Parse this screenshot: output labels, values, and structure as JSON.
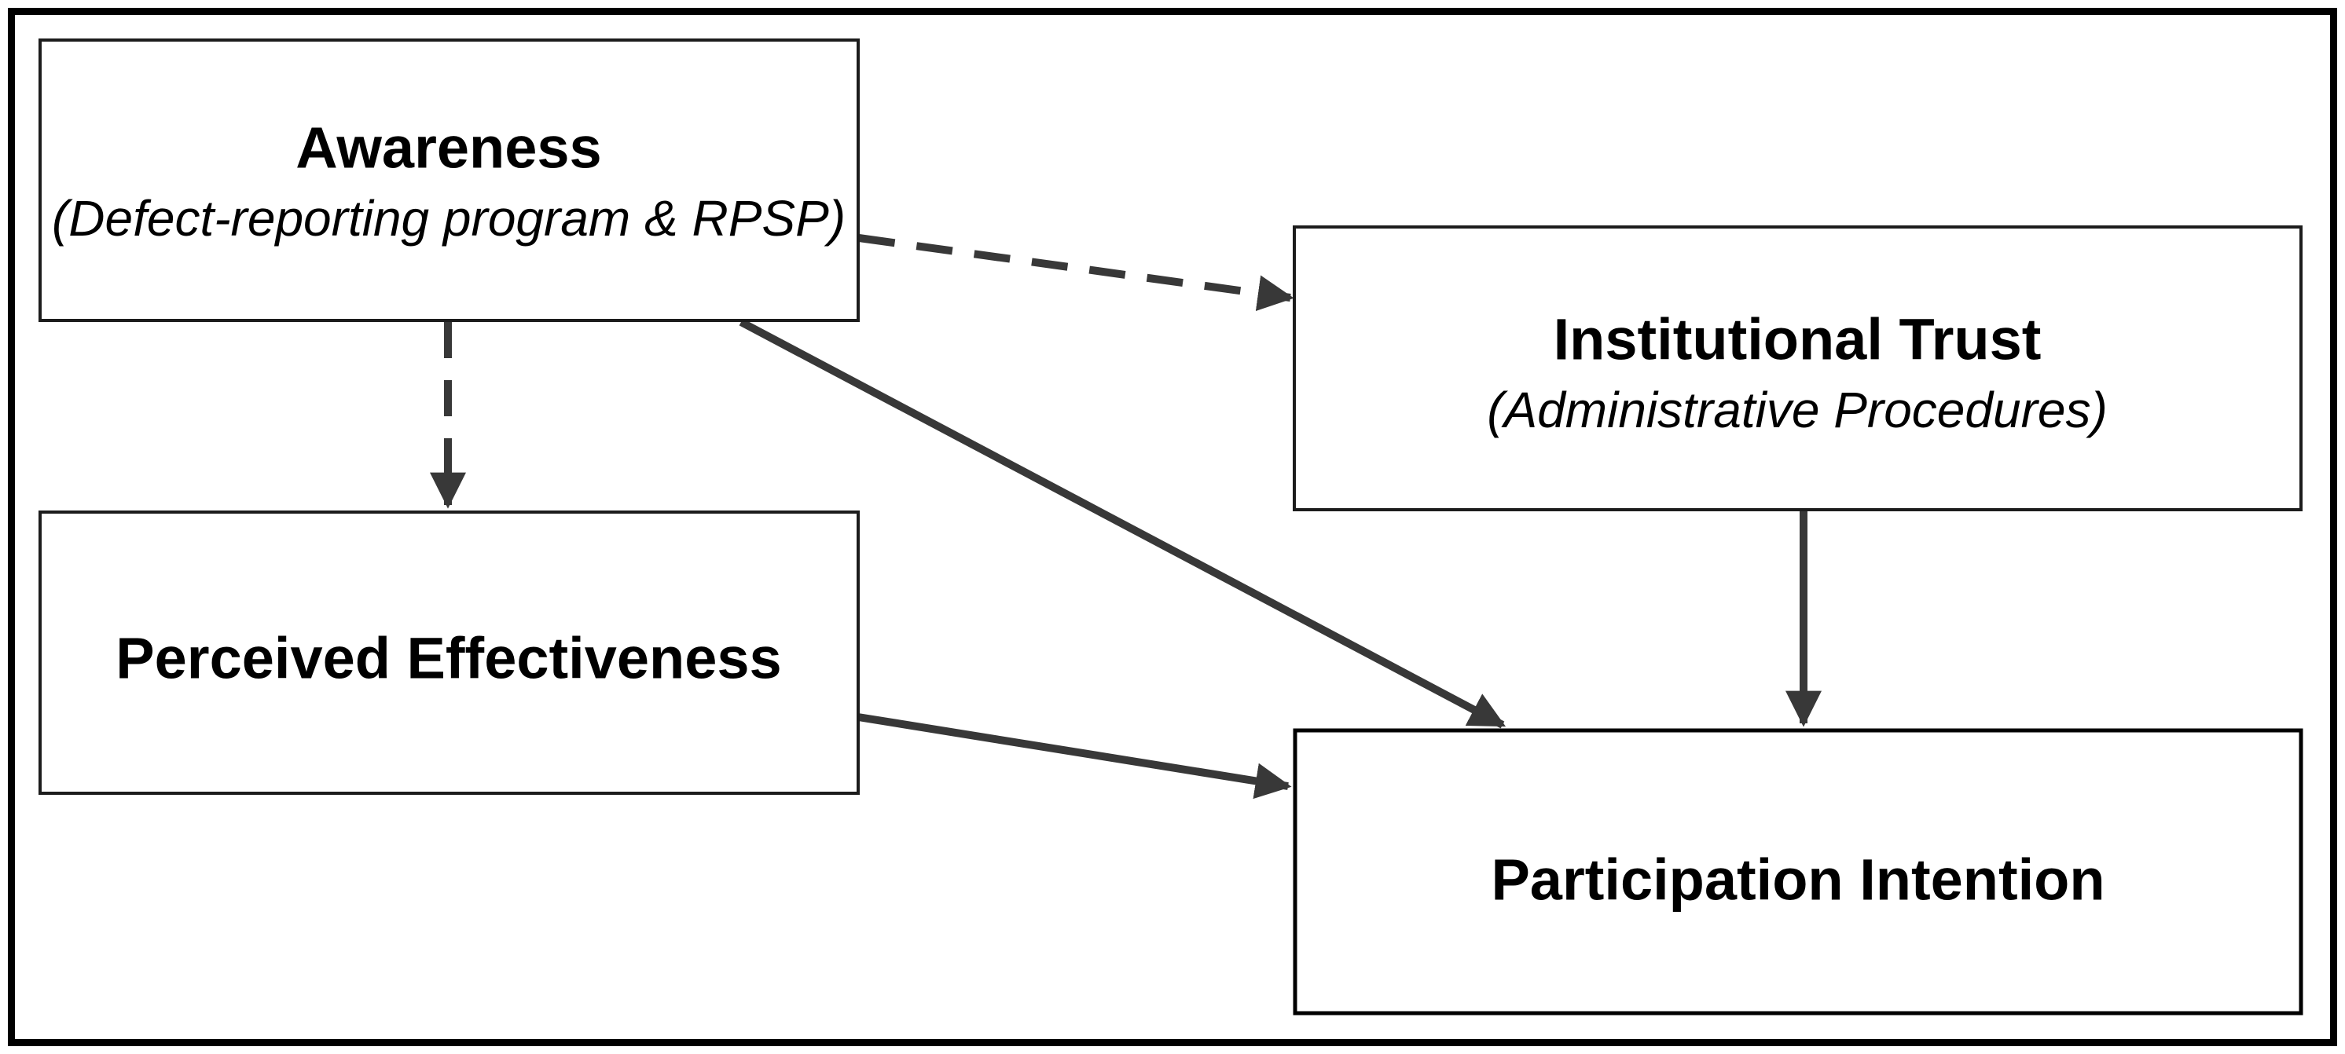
{
  "figure": {
    "type": "conceptual-model-diagram",
    "background": "#ffffff",
    "outer_border_color": "#000000"
  },
  "colors": {
    "box_fill": "#ffffff",
    "box_border": "#1c1c1c",
    "highlight_fill": "#10b0fe",
    "arrow": "#383838",
    "text": "#000000"
  },
  "nodes": {
    "awareness": {
      "title": "Awareness",
      "subtitle": "(Defect-reporting program & RPSP)"
    },
    "institutional_trust": {
      "title": "Institutional Trust",
      "subtitle": "(Administrative Procedures)"
    },
    "perceived_effectiveness": {
      "title": "Perceived Effectiveness"
    },
    "participation_intention": {
      "title": "Participation Intention"
    }
  },
  "edges": [
    {
      "from": "Awareness",
      "to": "Institutional Trust",
      "style": "dashed",
      "direction": "arrow"
    },
    {
      "from": "Awareness",
      "to": "Perceived Effectiveness",
      "style": "dashed",
      "direction": "arrow"
    },
    {
      "from": "Awareness",
      "to": "Participation Intention",
      "style": "solid",
      "direction": "arrow"
    },
    {
      "from": "Perceived Effectiveness",
      "to": "Participation Intention",
      "style": "solid",
      "direction": "arrow"
    },
    {
      "from": "Institutional Trust",
      "to": "Participation Intention",
      "style": "solid",
      "direction": "arrow"
    }
  ]
}
